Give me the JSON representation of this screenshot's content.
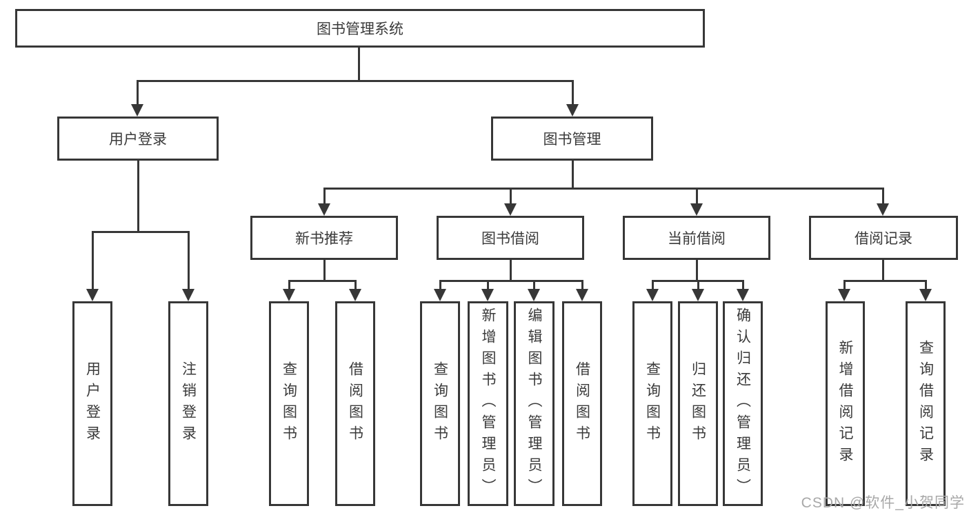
{
  "diagram_type": "hierarchy",
  "colors": {
    "line": "#373737",
    "box_fill": "#ffffff",
    "text": "#3a3a3a",
    "watermark": "#a8a8a8"
  },
  "watermark": "CSDN @软件_小贺同学",
  "tree": {
    "label": "图书管理系统",
    "children": [
      {
        "label": "用户登录",
        "children": [
          {
            "label": "用户登录"
          },
          {
            "label": "注销登录"
          }
        ]
      },
      {
        "label": "图书管理",
        "children": [
          {
            "label": "新书推荐",
            "children": [
              {
                "label": "查询图书"
              },
              {
                "label": "借阅图书"
              }
            ]
          },
          {
            "label": "图书借阅",
            "children": [
              {
                "label": "查询图书"
              },
              {
                "label": "新增图书（管理员）"
              },
              {
                "label": "编辑图书（管理员）"
              },
              {
                "label": "借阅图书"
              }
            ]
          },
          {
            "label": "当前借阅",
            "children": [
              {
                "label": "查询图书"
              },
              {
                "label": "归还图书"
              },
              {
                "label": "确认归还（管理员）"
              }
            ]
          },
          {
            "label": "借阅记录",
            "children": [
              {
                "label": "新增借阅记录"
              },
              {
                "label": "查询借阅记录"
              }
            ]
          }
        ]
      }
    ]
  }
}
